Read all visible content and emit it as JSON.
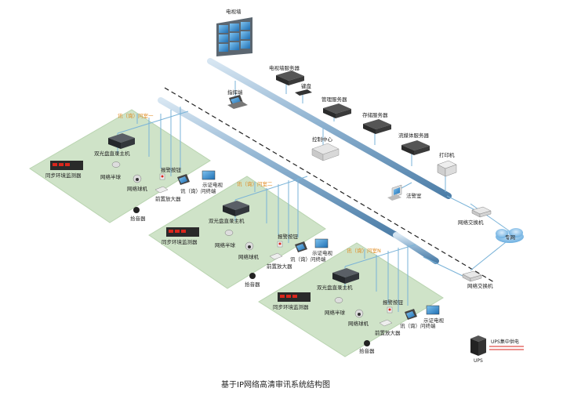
{
  "caption": "基于IP网络高清审讯系统结构图",
  "colors": {
    "floor": "#cfe3c8",
    "floor_edge": "#b9d4b0",
    "trunk": "#8fb3d1",
    "trunk_dark": "#4d7ea8",
    "cable": "#7ab3d8",
    "room_label": "#e08a1e",
    "ups_line": "#d9261c"
  },
  "core": {
    "video_wall": "电视墙",
    "wall_server": "电视墙服务器",
    "command_terminal": "指挥端",
    "keyboard": "键盘",
    "management_server": "管理服务器",
    "storage_server": "存储服务器",
    "control_center": "控制中心",
    "streaming_server": "流媒体服务器",
    "printer": "打印机",
    "prosecutor_police": "法警室",
    "switch_top": "网络交换机",
    "private_network": "专网",
    "switch_bottom": "网络交换机"
  },
  "rooms": [
    {
      "title": "讯（询）问室一",
      "recorder": "双光盘直录主机",
      "monitor": "同步环境监测器",
      "half_dome": "网络半球",
      "alarm_button": "报警按钮",
      "evidence_tv": "示证电视",
      "ptz_camera": "网络球机",
      "preamp": "前置放大器",
      "terminal": "讯（询）问终端",
      "pickup": "拾音器"
    },
    {
      "title": "讯（询）问室二",
      "recorder": "双光盘直录主机",
      "monitor": "同步环境监测器",
      "half_dome": "网络半球",
      "alarm_button": "报警按钮",
      "evidence_tv": "示证电视",
      "ptz_camera": "网络球机",
      "preamp": "前置放大器",
      "terminal": "讯（询）问终端",
      "pickup": "拾音器"
    },
    {
      "title": "讯（询）问室N",
      "recorder": "双光盘直录主机",
      "monitor": "同步环境监测器",
      "half_dome": "网络半球",
      "alarm_button": "报警按钮",
      "evidence_tv": "示证电视",
      "ptz_camera": "网络球机",
      "preamp": "前置放大器",
      "terminal": "讯（询）问终端",
      "pickup": "拾音器"
    }
  ],
  "power": {
    "ups": "UPS",
    "ups_supply": "UPS集中供电"
  }
}
